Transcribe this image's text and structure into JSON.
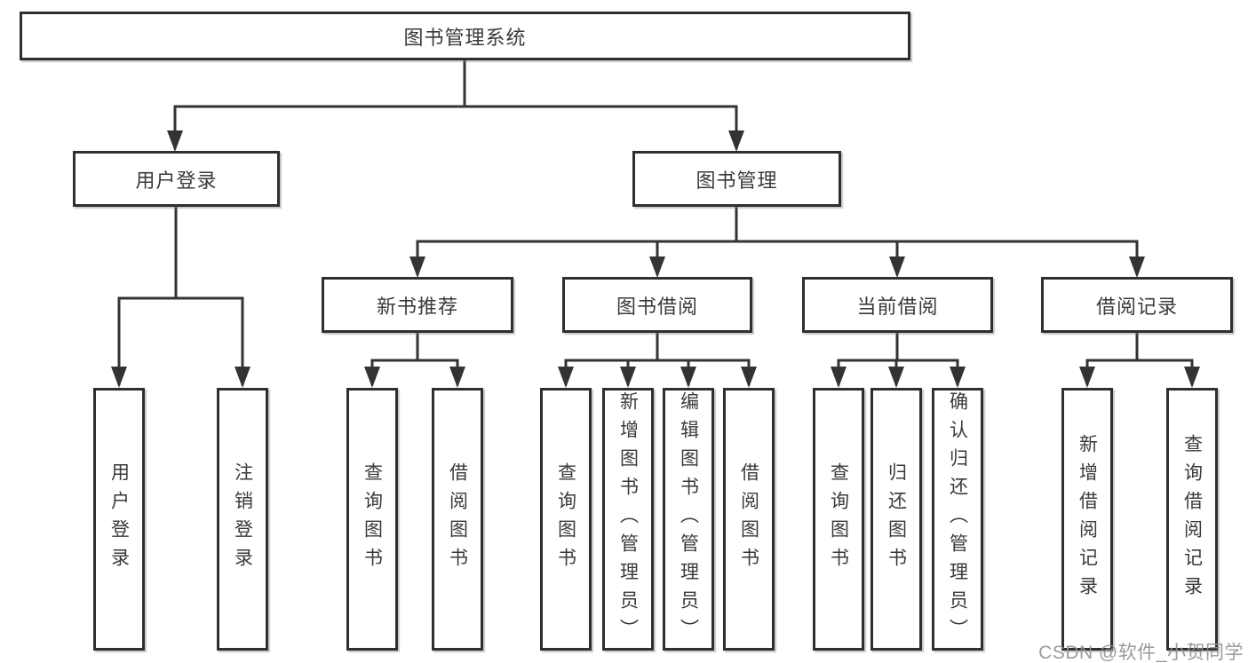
{
  "watermark": "CSDN @软件_小贺同学",
  "colors": {
    "line": "#333333",
    "box_border": "#2f2f2f",
    "box_background": "#ffffff",
    "text": "#3a3a3a",
    "watermark_text": "#929292"
  },
  "tree": {
    "root": {
      "label": "图书管理系统",
      "children": [
        {
          "label": "用户登录",
          "children": [
            {
              "label": "用户登录"
            },
            {
              "label": "注销登录"
            }
          ]
        },
        {
          "label": "图书管理",
          "children": [
            {
              "label": "新书推荐",
              "children": [
                {
                  "label": "查询图书"
                },
                {
                  "label": "借阅图书"
                }
              ]
            },
            {
              "label": "图书借阅",
              "children": [
                {
                  "label": "查询图书"
                },
                {
                  "label": "新增图书（管理员）"
                },
                {
                  "label": "编辑图书（管理员）"
                },
                {
                  "label": "借阅图书"
                }
              ]
            },
            {
              "label": "当前借阅",
              "children": [
                {
                  "label": "查询图书"
                },
                {
                  "label": "归还图书"
                },
                {
                  "label": "确认归还（管理员）"
                }
              ]
            },
            {
              "label": "借阅记录",
              "children": [
                {
                  "label": "新增借阅记录"
                },
                {
                  "label": "查询借阅记录"
                }
              ]
            }
          ]
        }
      ]
    }
  }
}
